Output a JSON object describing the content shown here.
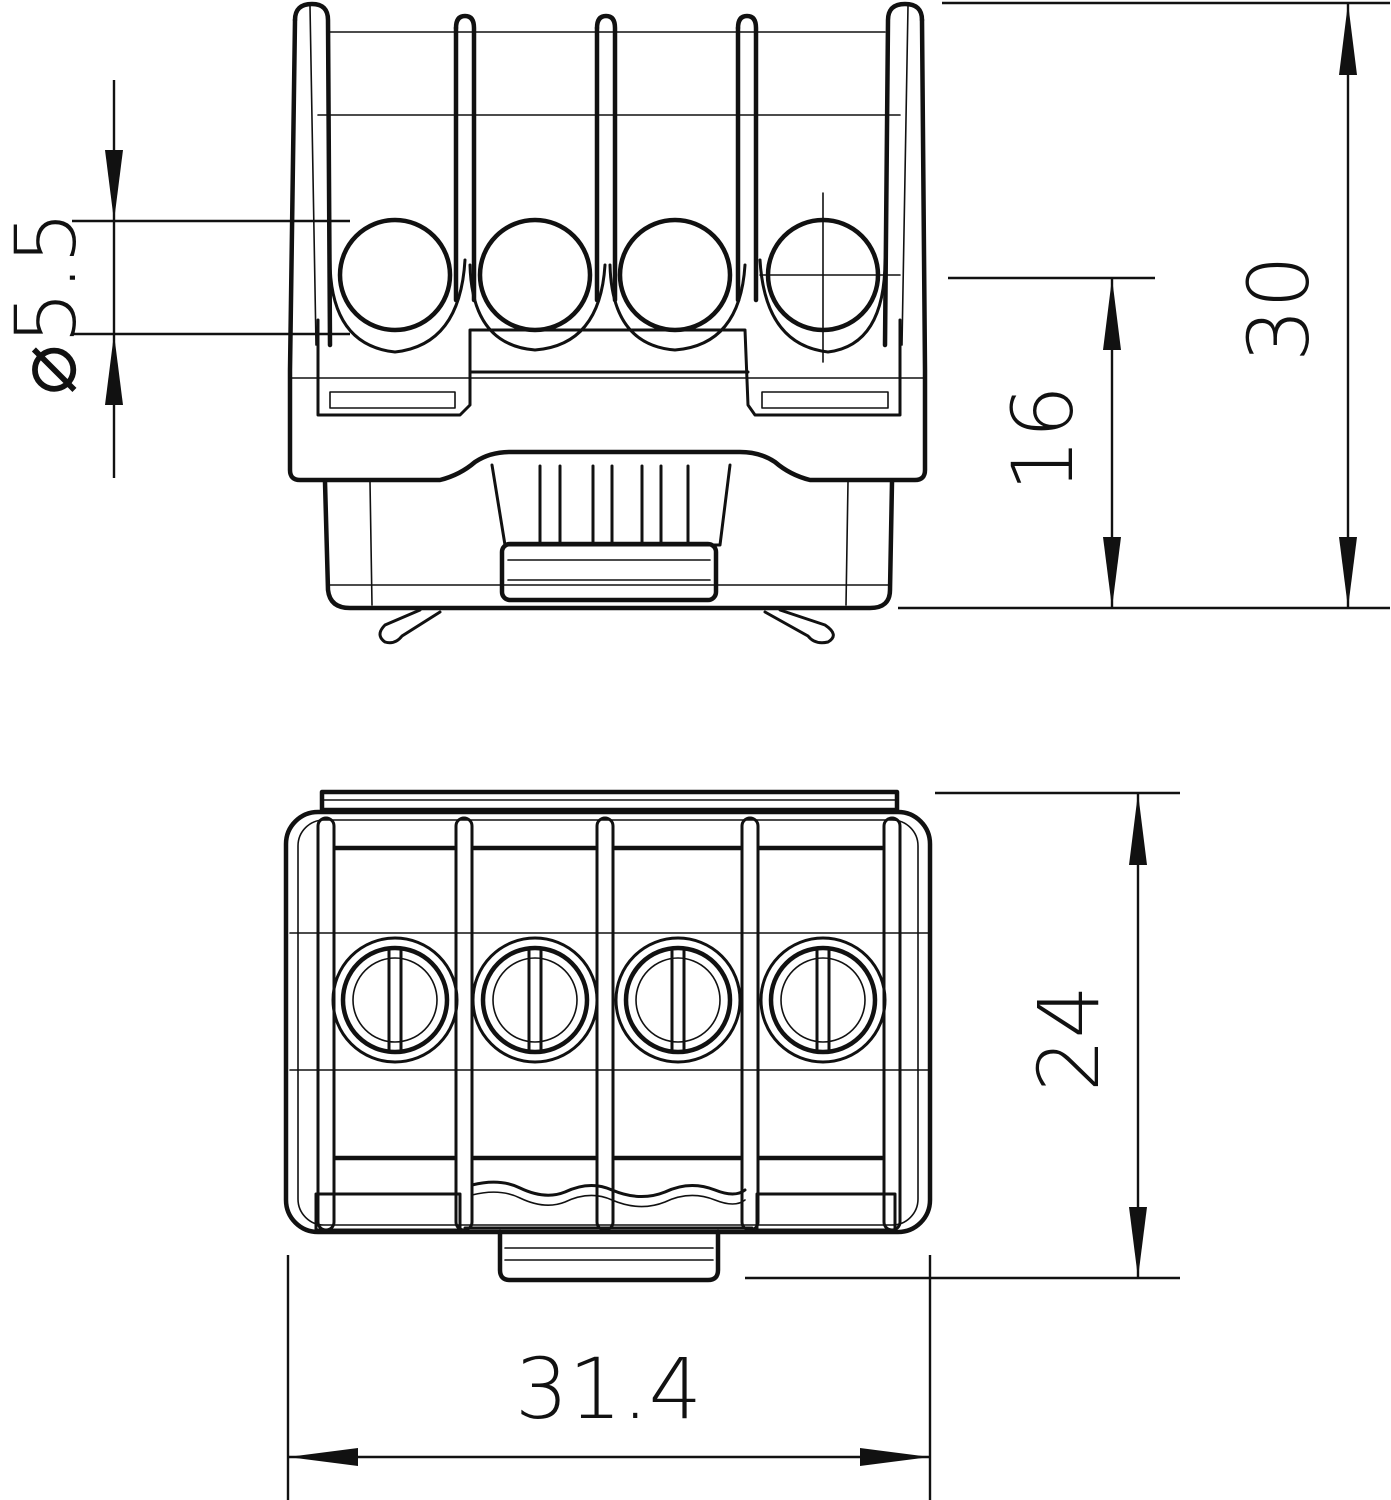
{
  "drawing": {
    "subject": "4-pole connector terminal",
    "line_color": "#111111",
    "background": "#ffffff",
    "views": [
      {
        "name": "front-view",
        "poles": 4
      },
      {
        "name": "bottom-view",
        "poles": 4
      }
    ]
  },
  "dimensions": {
    "hole_diameter": {
      "symbol": "⌀",
      "value": "5.5",
      "label": "⌀5.5"
    },
    "height_lower": {
      "value": "16",
      "label": "16"
    },
    "height_total": {
      "value": "30",
      "label": "30"
    },
    "depth": {
      "value": "24",
      "label": "24"
    },
    "width": {
      "value": "31.4",
      "label": "31.4"
    }
  }
}
